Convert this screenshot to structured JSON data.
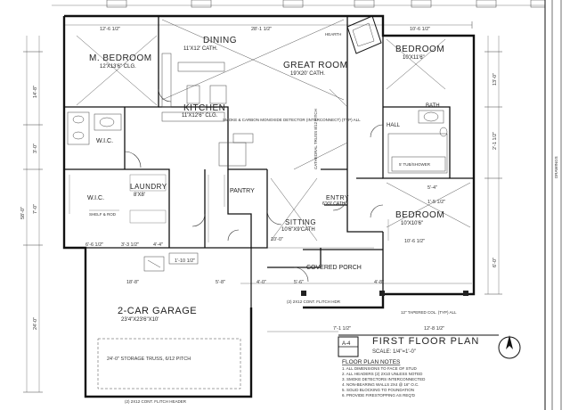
{
  "rooms": {
    "master": {
      "name": "M. BEDROOM",
      "size": "12'X13'6\" CLG."
    },
    "dining": {
      "name": "DINING",
      "size": "11'X12' CATH."
    },
    "great": {
      "name": "GREAT ROOM",
      "size": "19'X20' CATH."
    },
    "bedroom1": {
      "name": "BEDROOM",
      "size": "10'X11'6\""
    },
    "kitchen": {
      "name": "KITCHEN",
      "size": "11'X12'6\" CLG."
    },
    "laundry": {
      "name": "LAUNDRY",
      "size": "8'X8'"
    },
    "wic1": {
      "name": "W.I.C."
    },
    "wic2": {
      "name": "W.I.C."
    },
    "pantry": {
      "name": "PANTRY"
    },
    "sitting": {
      "name": "SITTING",
      "size": "10'6\"X9'CATH"
    },
    "entry": {
      "name": "ENTRY",
      "size": "6'X9' CATH."
    },
    "bedroom2": {
      "name": "BEDROOM",
      "size": "10'X10'6\""
    },
    "porch": {
      "name": "COVERED PORCH"
    },
    "garage": {
      "name": "2-CAR GARAGE",
      "size": "23'4\"X23'6\"X10'"
    },
    "bath": {
      "name": "BATH"
    },
    "hall": {
      "name": "HALL"
    }
  },
  "dims": {
    "top_left": "12'-6 1/2\"",
    "top_mid": "28'-1 1/2\"",
    "top_right": "10'-6 1/2\"",
    "left_1": "14'-8\"",
    "left_2": "3'-0\"",
    "left_3": "7'-0\"",
    "left_4": "24'-0\"",
    "left_total": "58'-0\"",
    "right_1": "13'-0\"",
    "right_2": "2'-1 1/2\"",
    "right_3": "6'-0\"",
    "mid_a": "6'-6 1/2\"",
    "mid_b": "3'-3 1/2\"",
    "mid_c": "4'-4\"",
    "mid_d": "1'-10 1/2\"",
    "mid_e": "10'-0\"",
    "mid_f": "18'-8\"",
    "mid_g": "5'-8\"",
    "mid_h": "4'-0\"",
    "mid_i": "5'-6\"",
    "mid_j": "4'-8\"",
    "mid_k": "10'-6 1/2\"",
    "mid_l": "7'-1 1/2\"",
    "mid_m": "12'-8 1/2\"",
    "mid_n": "5'-4\"",
    "mid_o": "1'-5 1/2\""
  },
  "notes": {
    "trusses": "CATHEDRAL TRUSS 8/12 PITCH",
    "smoke": "SMOKE & CARBON MONOXIDE DETECTOR (INTERCONNECT) (TYP) ALL",
    "hearth": "HEARTH",
    "shelf_rod": "SHELF & ROD",
    "garage_truss": "24'-0\" STORAGE TRUSS, 6/12 PITCH",
    "garage_header": "(2) 2X12 CONT. FLITCH HEADER",
    "tapered": "12\" TAPERED COL. (TYP) ALL",
    "porch_header": "(2) 2X12 CONT. FLITCH HDR",
    "tub": "5' TUB/SHOWER"
  },
  "title_block": {
    "sheet": "A-4",
    "title": "FIRST FLOOR PLAN",
    "scale": "SCALE: 1/4\"=1'-0\"",
    "notes_header": "FLOOR PLAN NOTES",
    "notes": [
      "1. ALL DIMENSIONS TO FACE OF STUD",
      "2. ALL HEADERS (2) 2X10 UNLESS NOTED",
      "3. SMOKE DETECTORS INTERCONNECTED",
      "4. NON-BEARING WALLS 2X4 @ 16\" O.C.",
      "5. SOLID BLOCKING TO FOUNDATION",
      "6. PROVIDE FIRESTOPPING AS REQ'D"
    ]
  },
  "sheet_edge": "DRAWINGS"
}
